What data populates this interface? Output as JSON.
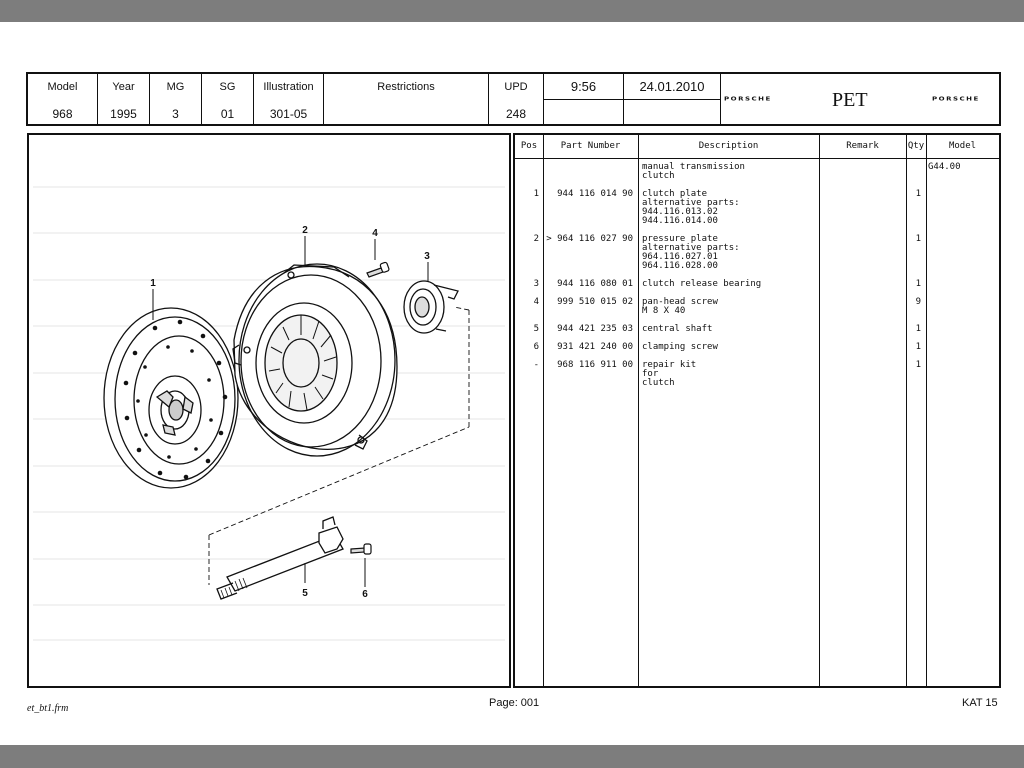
{
  "header": {
    "columns": [
      {
        "label": "Model",
        "value": "968"
      },
      {
        "label": "Year",
        "value": "1995"
      },
      {
        "label": "MG",
        "value": "3"
      },
      {
        "label": "SG",
        "value": "01"
      },
      {
        "label": "Illustration",
        "value": "301-05"
      },
      {
        "label": "Restrictions",
        "value": ""
      },
      {
        "label": "UPD",
        "value": "248"
      }
    ],
    "time": "9:56",
    "date": "24.01.2010",
    "brand_left": "PORSCHE",
    "app_name": "PET",
    "brand_right": "PORSCHE"
  },
  "illustration": {
    "callouts": [
      "1",
      "2",
      "3",
      "4",
      "5",
      "6"
    ]
  },
  "parts_table": {
    "columns": [
      "Pos",
      "Part Number",
      "Description",
      "Remark",
      "Qty",
      "Model"
    ],
    "rows": [
      {
        "pos": "",
        "part": "",
        "desc": "manual transmission\nclutch",
        "remark": "",
        "qty": "",
        "model": "G44.00"
      },
      {
        "pos": "1",
        "part": "944 116 014 90",
        "desc": "clutch plate\nalternative parts:\n944.116.013.02\n944.116.014.00",
        "remark": "",
        "qty": "1",
        "model": ""
      },
      {
        "pos": "2",
        "part": "> 964 116 027 90",
        "desc": "pressure plate\nalternative parts:\n964.116.027.01\n964.116.028.00",
        "remark": "",
        "qty": "1",
        "model": ""
      },
      {
        "pos": "3",
        "part": "944 116 080 01",
        "desc": "clutch release bearing",
        "remark": "",
        "qty": "1",
        "model": ""
      },
      {
        "pos": "4",
        "part": "999 510 015 02",
        "desc": "pan-head screw\nM 8 X 40",
        "remark": "",
        "qty": "9",
        "model": ""
      },
      {
        "pos": "5",
        "part": "944 421 235 03",
        "desc": "central shaft",
        "remark": "",
        "qty": "1",
        "model": ""
      },
      {
        "pos": "6",
        "part": "931 421 240 00",
        "desc": "clamping screw",
        "remark": "",
        "qty": "1",
        "model": ""
      },
      {
        "pos": "-",
        "part": "968 116 911 00",
        "desc": "repair kit\nfor\nclutch",
        "remark": "",
        "qty": "1",
        "model": ""
      }
    ]
  },
  "footer": {
    "form": "et_bt1.frm",
    "page": "Page: 001",
    "catalog": "KAT 15"
  }
}
